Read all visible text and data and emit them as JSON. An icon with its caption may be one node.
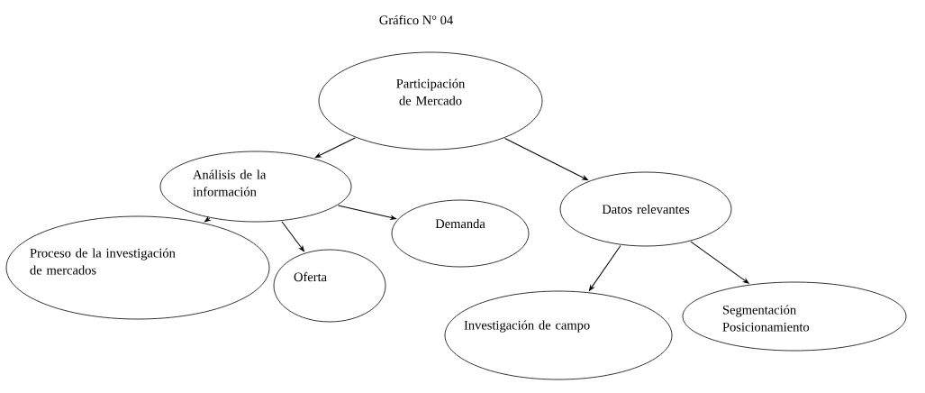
{
  "diagram": {
    "title": "Gráfico N° 04",
    "nodes": [
      {
        "text": [
          "Participación de Mercado"
        ]
      },
      {
        "text": [
          "Análisis de la información"
        ]
      },
      {
        "text": [
          "Proceso de la investigación de mercados"
        ]
      },
      {
        "text": [
          "Oferta"
        ]
      },
      {
        "text": [
          "Demanda"
        ]
      },
      {
        "text": [
          "Datos relevantes"
        ]
      },
      {
        "text": [
          "Investigación de campo"
        ]
      },
      {
        "text": [
          "Segmentación Posicionamiento"
        ]
      }
    ],
    "edges": [
      {
        "from": 0,
        "to": 1,
        "arrow": "to"
      },
      {
        "from": 1,
        "to": 2,
        "arrow": "to"
      },
      {
        "from": 1,
        "to": 3,
        "arrow": "to"
      },
      {
        "from": 1,
        "to": 4,
        "arrow": "to"
      },
      {
        "from": 0,
        "to": 5,
        "arrow": "to"
      },
      {
        "from": 5,
        "to": 6,
        "arrow": "to"
      },
      {
        "from": 5,
        "to": 7,
        "arrow": "to"
      }
    ]
  }
}
